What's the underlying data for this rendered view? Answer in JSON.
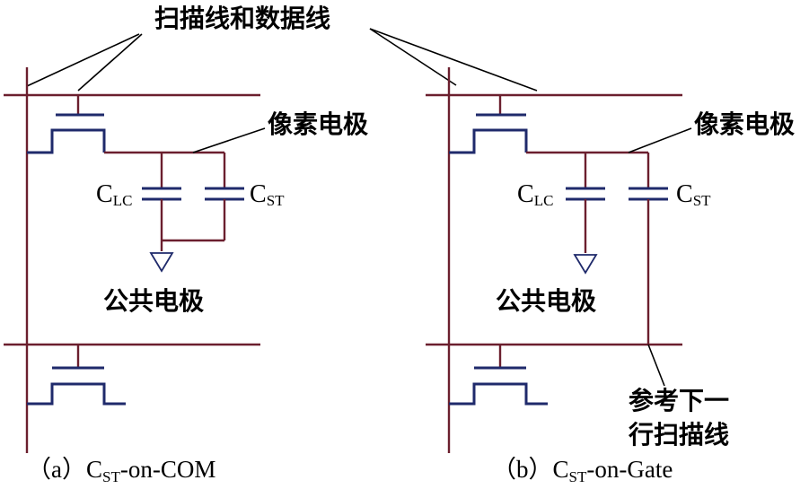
{
  "labels": {
    "scan_data_lines": "扫描线和数据线",
    "pixel_electrode": "像素电极",
    "common_electrode": "公共电极",
    "c_main": "C",
    "lc_sub": "LC",
    "st_sub": "ST",
    "ref_next_line1": "参考下一",
    "ref_next_line2": "行扫描线"
  },
  "captions": {
    "a_prefix": "（a）C",
    "a_sub": "ST",
    "a_suffix": "-on-COM",
    "b_prefix": "（b）C",
    "b_sub": "ST",
    "b_suffix": "-on-Gate"
  },
  "colors": {
    "wire": "#6b1f2e",
    "component": "#1f2a6b",
    "text": "#000000"
  }
}
